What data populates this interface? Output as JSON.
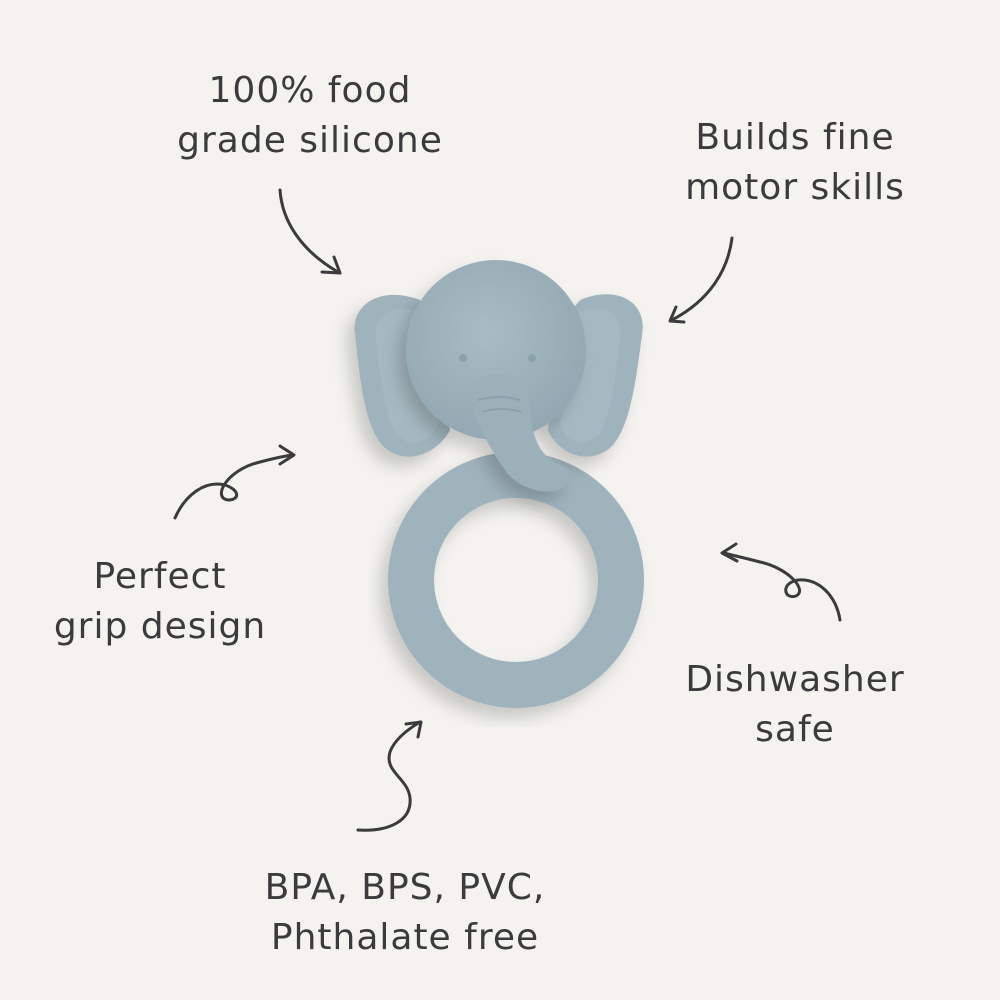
{
  "colors": {
    "background": "#f4f3ef",
    "text": "#3b3b3d",
    "teether": "#9fb3bc",
    "teether_shade": "#8aa0aa"
  },
  "features": {
    "food_grade": {
      "line1": "100% food",
      "line2": "grade silicone"
    },
    "motor_skills": {
      "line1": "Builds fine",
      "line2": "motor skills"
    },
    "grip": {
      "line1": "Perfect",
      "line2": "grip design"
    },
    "dishwasher": {
      "line1": "Dishwasher",
      "line2": "safe"
    },
    "bpa": {
      "line1": "BPA, BPS, PVC,",
      "line2": "Phthalate free"
    }
  },
  "product": {
    "name": "elephant-teether"
  }
}
